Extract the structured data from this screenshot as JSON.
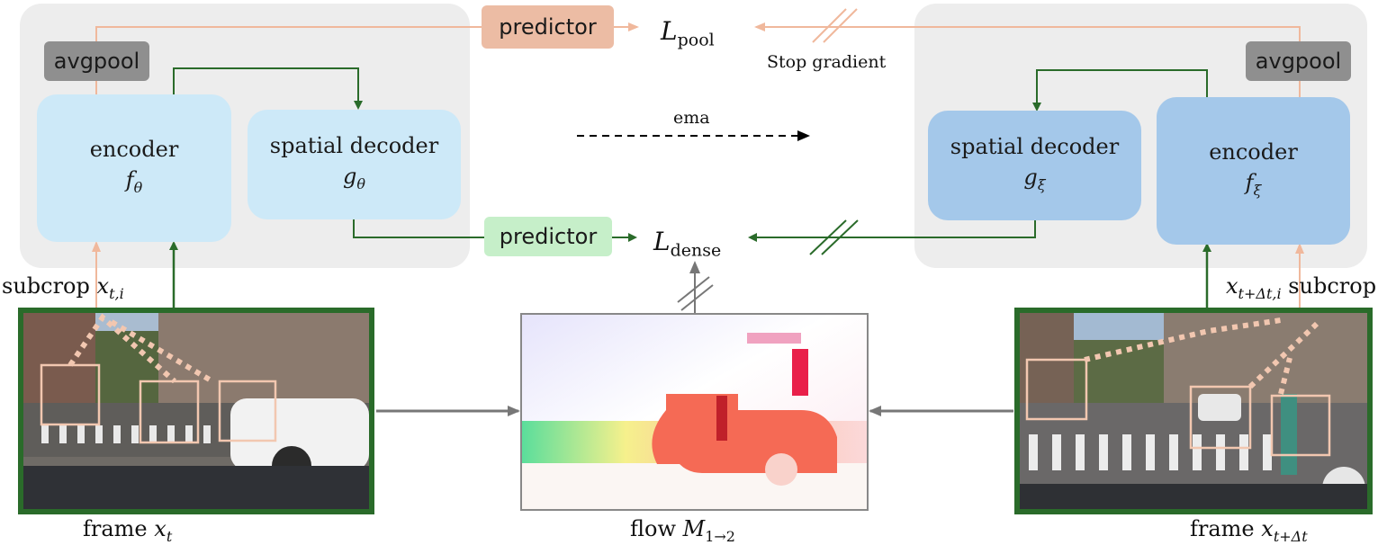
{
  "left_branch": {
    "encoder_label": "encoder",
    "encoder_symbol": "f",
    "encoder_sub": "θ",
    "decoder_label": "spatial decoder",
    "decoder_symbol": "g",
    "decoder_sub": "θ",
    "avgpool_label": "avgpool"
  },
  "right_branch": {
    "encoder_label": "encoder",
    "encoder_symbol": "f",
    "encoder_sub": "ξ",
    "decoder_label": "spatial decoder",
    "decoder_symbol": "g",
    "decoder_sub": "ξ",
    "avgpool_label": "avgpool"
  },
  "predictor_pool_label": "predictor",
  "predictor_dense_label": "predictor",
  "loss_pool": {
    "symbol": "L",
    "sub": "pool"
  },
  "loss_dense": {
    "symbol": "L",
    "sub": "dense"
  },
  "stop_gradient_label": "Stop gradient",
  "ema_label": "ema",
  "left_subcrop": {
    "word": "subcrop",
    "symbol": "x",
    "sub": "t,i"
  },
  "right_subcrop": {
    "word": "subcrop",
    "symbol": "x",
    "sub": "t+Δt,i"
  },
  "frame_left": {
    "word": "frame",
    "symbol": "x",
    "sub": "t"
  },
  "frame_right": {
    "word": "frame",
    "symbol": "x",
    "sub": "t+Δt"
  },
  "flow": {
    "word": "flow",
    "symbol": "M",
    "sub": "1→2"
  },
  "colors": {
    "green": "#2a6b2a",
    "orange_line": "#f0b89c",
    "gray_line": "#777777",
    "panel": "#ededed",
    "block_light": "#cde9f8",
    "block_dark": "#a4c8ea"
  }
}
